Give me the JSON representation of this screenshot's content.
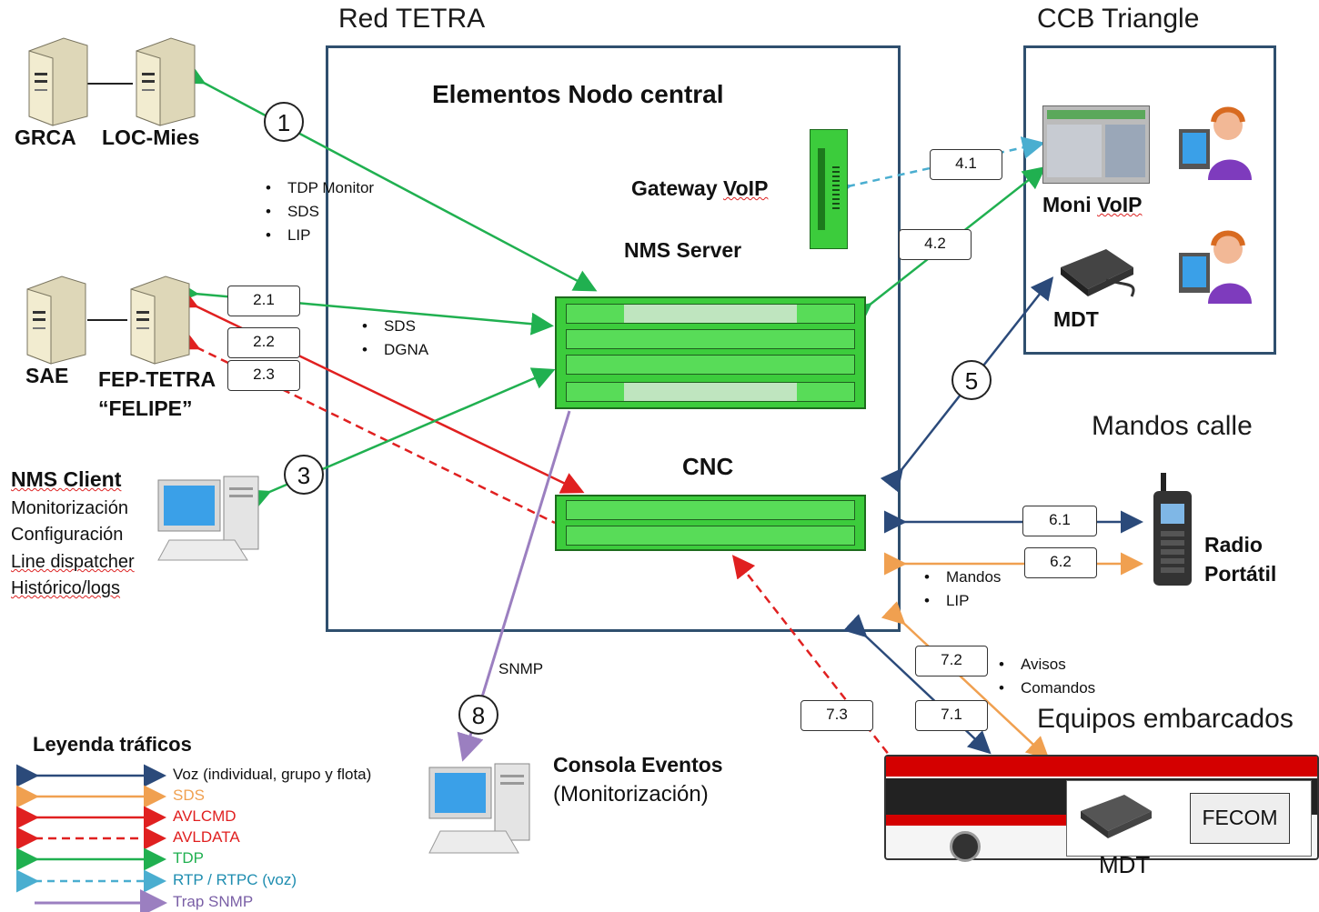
{
  "titles": {
    "red_tetra": "Red TETRA",
    "ccb_triangle": "CCB Triangle",
    "nodo_central": "Elementos  Nodo central",
    "mandos_calle": "Mandos calle",
    "equipos_embarcados": "Equipos embarcados"
  },
  "nodes": {
    "grca": "GRCA",
    "loc_mies": "LOC-Mies",
    "sae": "SAE",
    "fep_tetra_1": "FEP-TETRA",
    "fep_tetra_2": "“FELIPE”",
    "gateway_voip": "Gateway VoIP",
    "nms_server": "NMS Server",
    "cnc": "CNC",
    "moni_voip": "Moni VoIP",
    "mdt_ccb": "MDT",
    "radio_1": "Radio",
    "radio_2": "Portátil",
    "nms_client": "NMS Client",
    "nms_client_items": [
      "Monitorización",
      "Configuración",
      "Line dispatcher",
      "Histórico/logs"
    ],
    "consola_1": "Consola Eventos",
    "consola_2": "(Monitorización)",
    "fecom": "FECOM",
    "mdt_bus": "MDT"
  },
  "circles": [
    "1",
    "3",
    "5",
    "8"
  ],
  "labels": {
    "l41": "4.1",
    "l42": "4.2",
    "l21": "2.1",
    "l22": "2.2",
    "l23": "2.3",
    "l61": "6.1",
    "l62": "6.2",
    "l72": "7.2",
    "l71": "7.1",
    "l73": "7.3"
  },
  "bullets": {
    "b1": [
      "TDP Monitor",
      "SDS",
      "LIP"
    ],
    "b2": [
      "SDS",
      "DGNA"
    ],
    "b6": [
      "Mandos",
      "LIP"
    ],
    "b7": [
      "Avisos",
      "Comandos"
    ]
  },
  "snmp": "SNMP",
  "legend": {
    "title": "Leyenda tráficos",
    "items": [
      {
        "label": "Voz (individual, grupo y flota)",
        "color": "#2b4a7a",
        "style": "solid"
      },
      {
        "label": "SDS",
        "color": "#f0a050",
        "style": "solid"
      },
      {
        "label": "AVLCMD",
        "color": "#e02020",
        "style": "solid"
      },
      {
        "label": "AVLDATA",
        "color": "#e02020",
        "style": "dashed"
      },
      {
        "label": "TDP",
        "color": "#20b050",
        "style": "solid"
      },
      {
        "label": "RTP / RTPC (voz)",
        "color": "#4aaed0",
        "style": "dashed"
      },
      {
        "label": "Trap SNMP",
        "color": "#9b7fc0",
        "style": "solid"
      }
    ]
  }
}
